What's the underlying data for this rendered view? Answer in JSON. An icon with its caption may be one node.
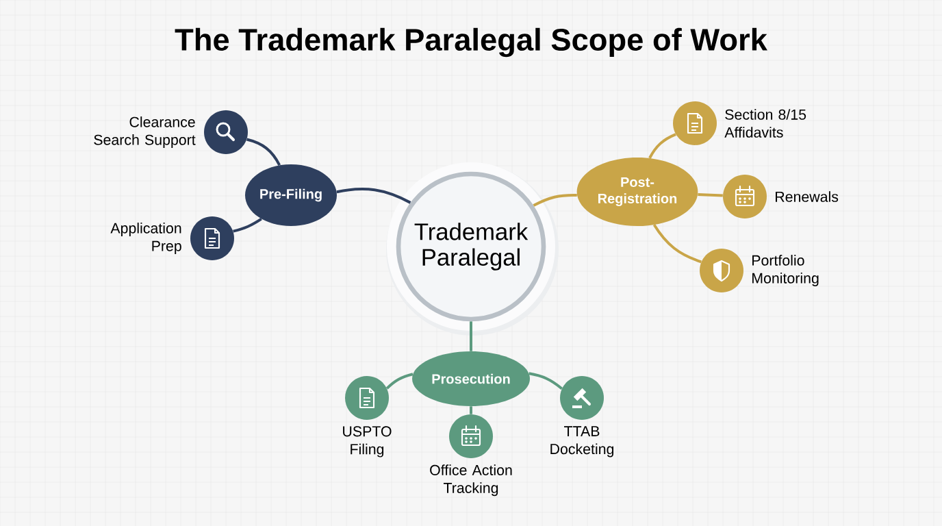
{
  "diagram": {
    "title": "The Trademark Paralegal Scope of Work",
    "nodes": [
      {
        "text": [
          "Trademark Paralegal"
        ]
      },
      {
        "text": [
          "Pre-Filing"
        ]
      },
      {
        "text": [
          "Clearance Search Support"
        ]
      },
      {
        "text": [
          "Application Prep"
        ]
      },
      {
        "text": [
          "Post-Registration"
        ]
      },
      {
        "text": [
          "Section 8/15 Affidavits"
        ]
      },
      {
        "text": [
          "Renewals"
        ]
      },
      {
        "text": [
          "Portfolio Monitoring"
        ]
      },
      {
        "text": [
          "Prosecution"
        ]
      },
      {
        "text": [
          "USPTO Filing"
        ]
      },
      {
        "text": [
          "Office Action Tracking"
        ]
      },
      {
        "text": [
          "TTAB Docketing"
        ]
      }
    ],
    "edges": [
      {
        "from": 0,
        "to": 1,
        "arrow": "none",
        "color": "#2e3f5e"
      },
      {
        "from": 1,
        "to": 2,
        "arrow": "none",
        "color": "#2e3f5e"
      },
      {
        "from": 1,
        "to": 3,
        "arrow": "none",
        "color": "#2e3f5e"
      },
      {
        "from": 0,
        "to": 4,
        "arrow": "none",
        "color": "#c9a548"
      },
      {
        "from": 4,
        "to": 5,
        "arrow": "none",
        "color": "#c9a548"
      },
      {
        "from": 4,
        "to": 6,
        "arrow": "none",
        "color": "#c9a548"
      },
      {
        "from": 4,
        "to": 7,
        "arrow": "none",
        "color": "#c9a548"
      },
      {
        "from": 0,
        "to": 8,
        "arrow": "none",
        "color": "#5c9a7f"
      },
      {
        "from": 8,
        "to": 9,
        "arrow": "none",
        "color": "#5c9a7f"
      },
      {
        "from": 8,
        "to": 10,
        "arrow": "none",
        "color": "#5c9a7f"
      },
      {
        "from": 8,
        "to": 11,
        "arrow": "none",
        "color": "#5c9a7f"
      }
    ]
  }
}
